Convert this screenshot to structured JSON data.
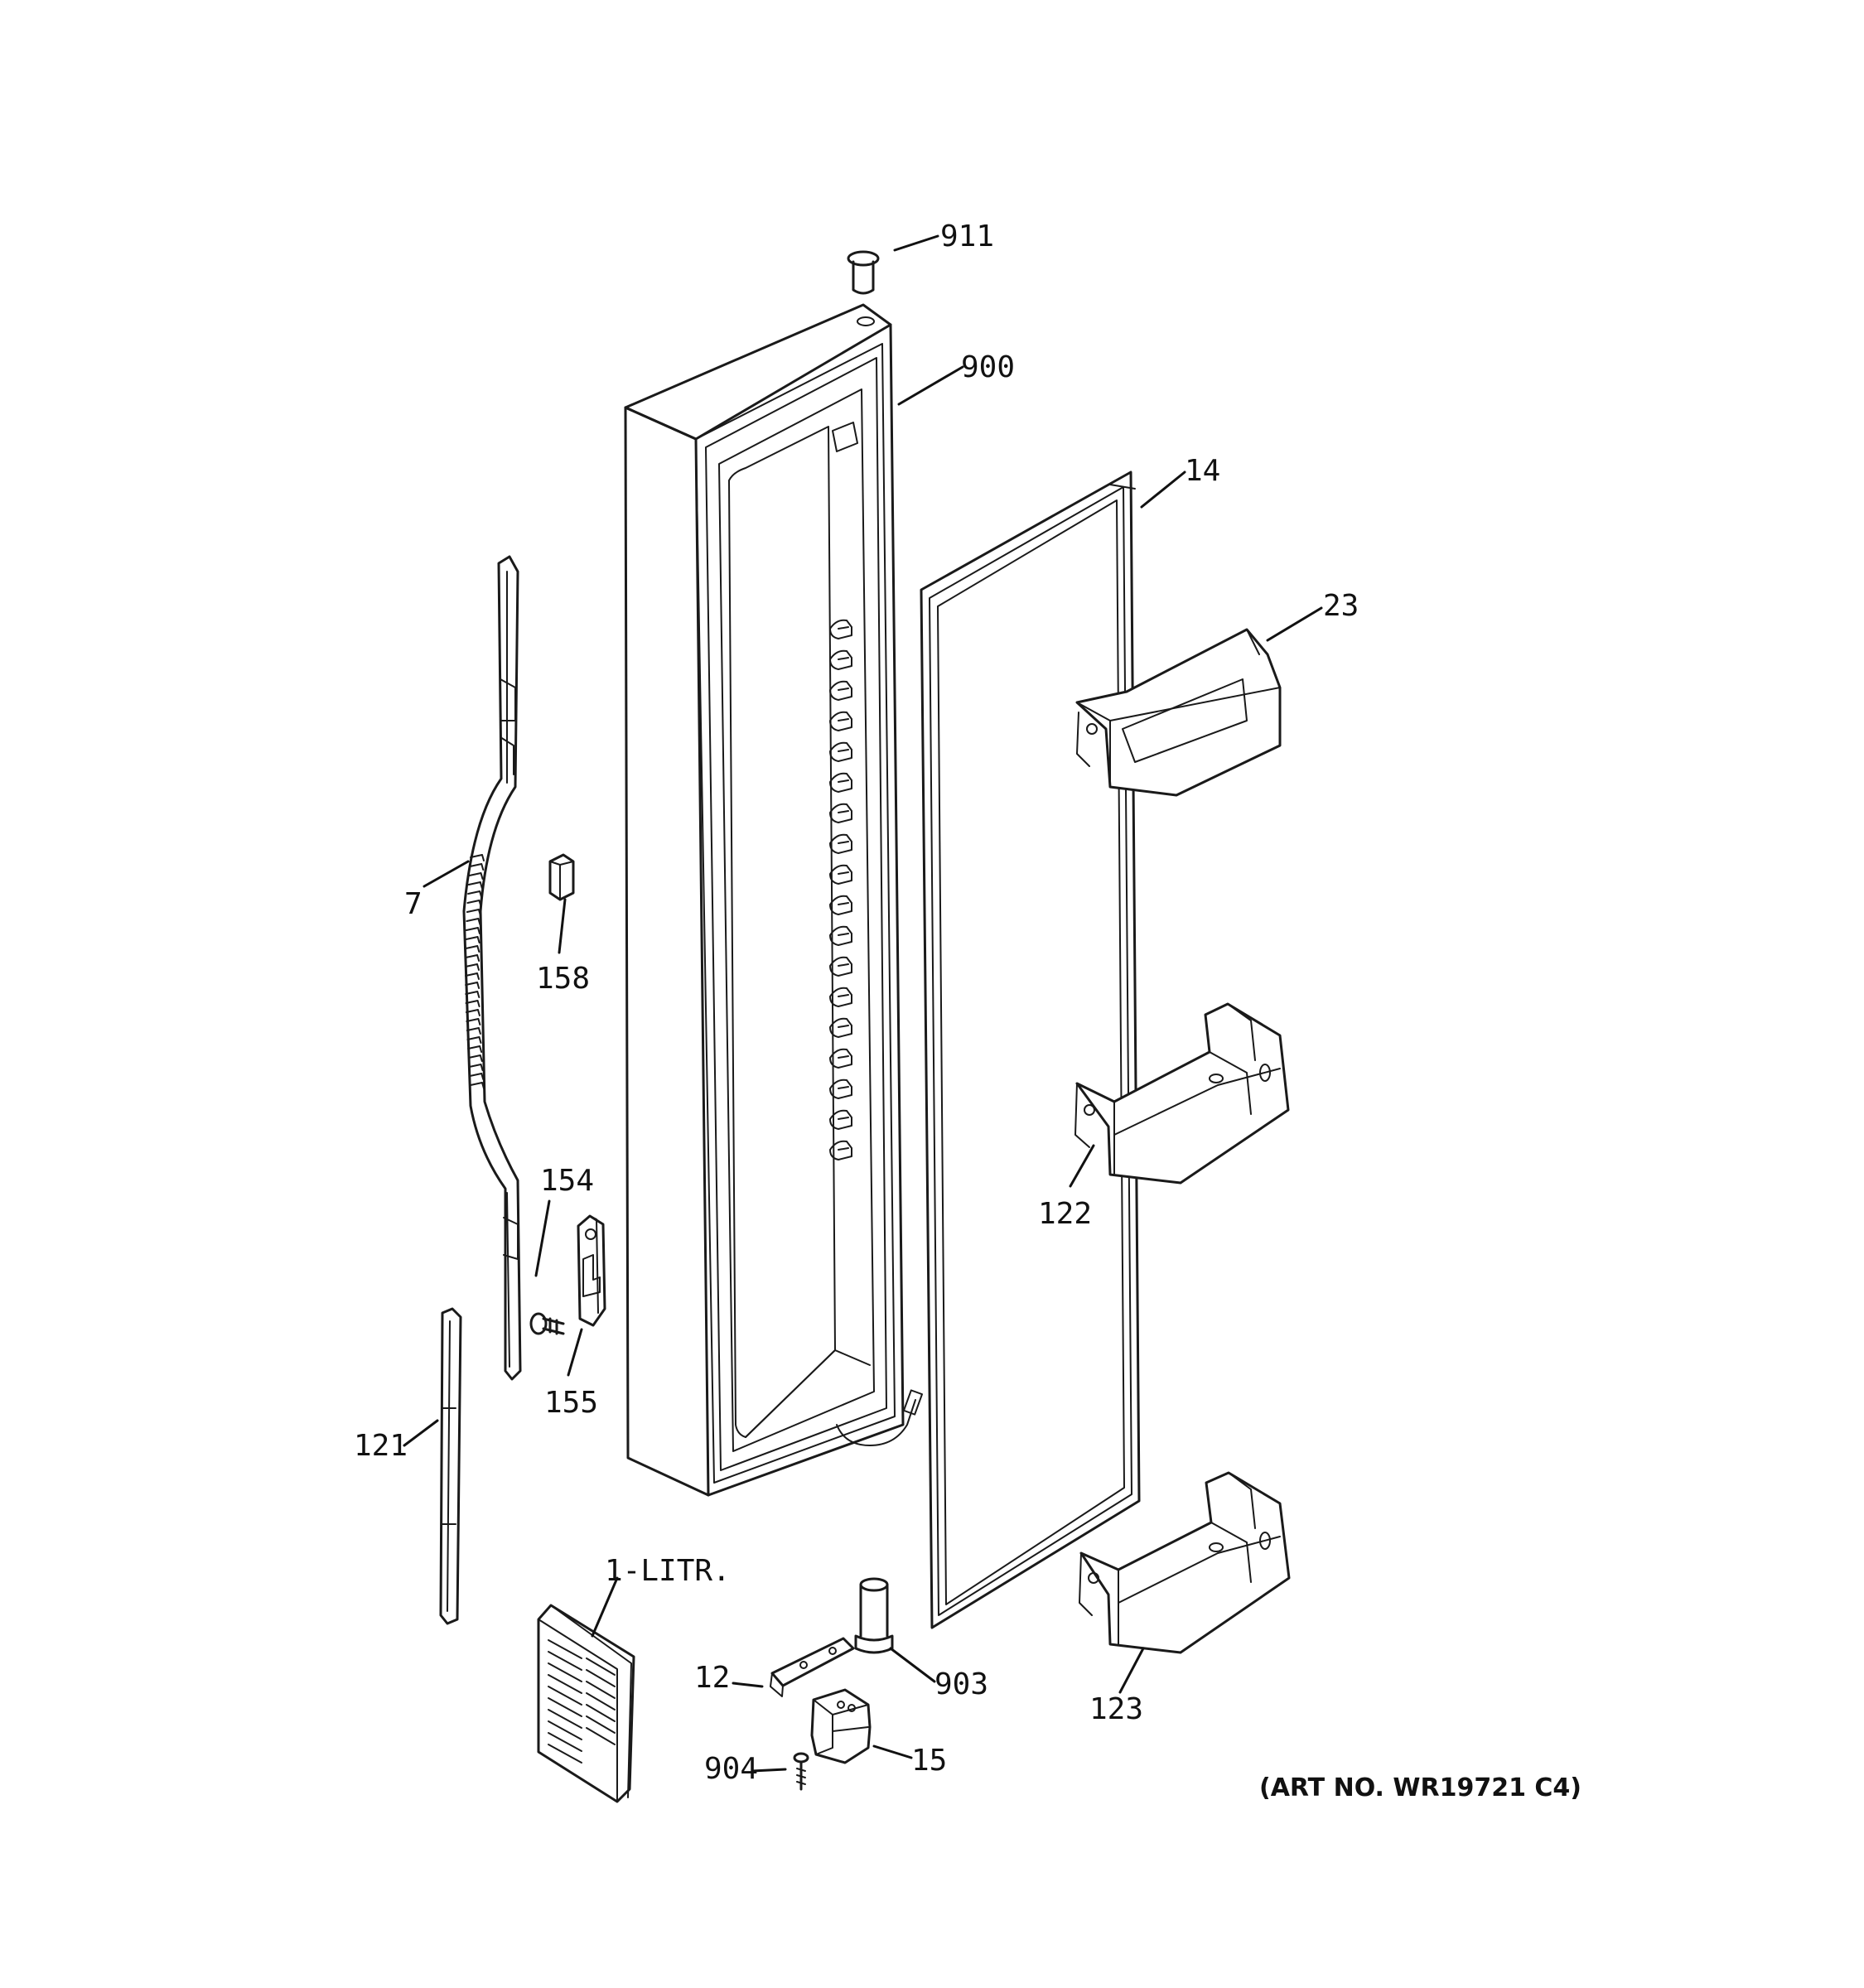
{
  "callouts": {
    "p911": "911",
    "p900": "900",
    "p14": "14",
    "p23": "23",
    "p7": "7",
    "p158": "158",
    "p154": "154",
    "p155": "155",
    "p121": "121",
    "p122": "122",
    "p123": "123",
    "p1litr": "1-LITR.",
    "p12": "12",
    "p903": "903",
    "p904": "904",
    "p15": "15"
  },
  "art_number": "(ART NO. WR19721 C4)"
}
